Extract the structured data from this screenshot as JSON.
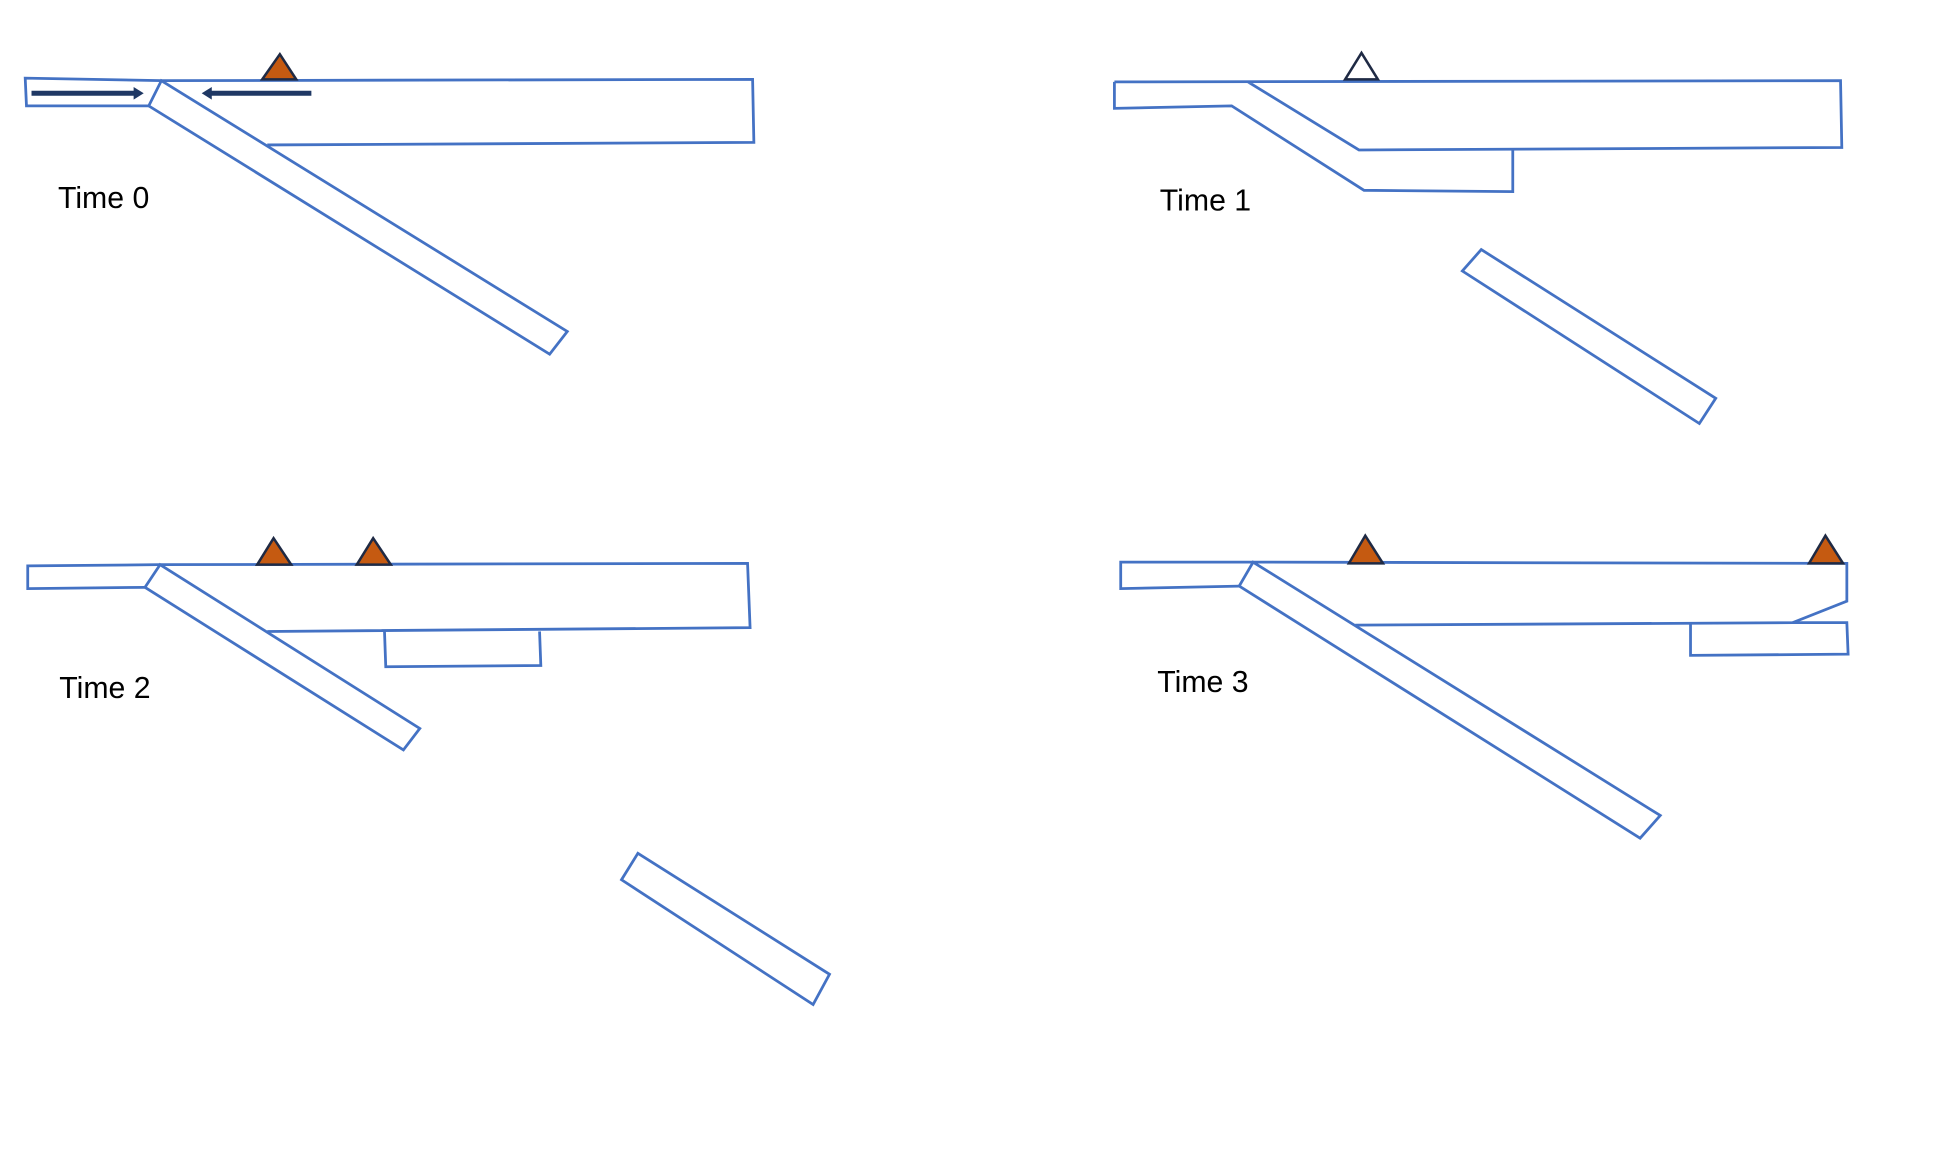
{
  "panels": [
    {
      "label": "Time 0"
    },
    {
      "label": "Time 1"
    },
    {
      "label": "Time 2"
    },
    {
      "label": "Time 3"
    }
  ],
  "colors": {
    "outline": "#4472c4",
    "marker_fill": "#c55a11",
    "marker_stroke": "#1f2a44",
    "arrow": "#1f3864"
  }
}
